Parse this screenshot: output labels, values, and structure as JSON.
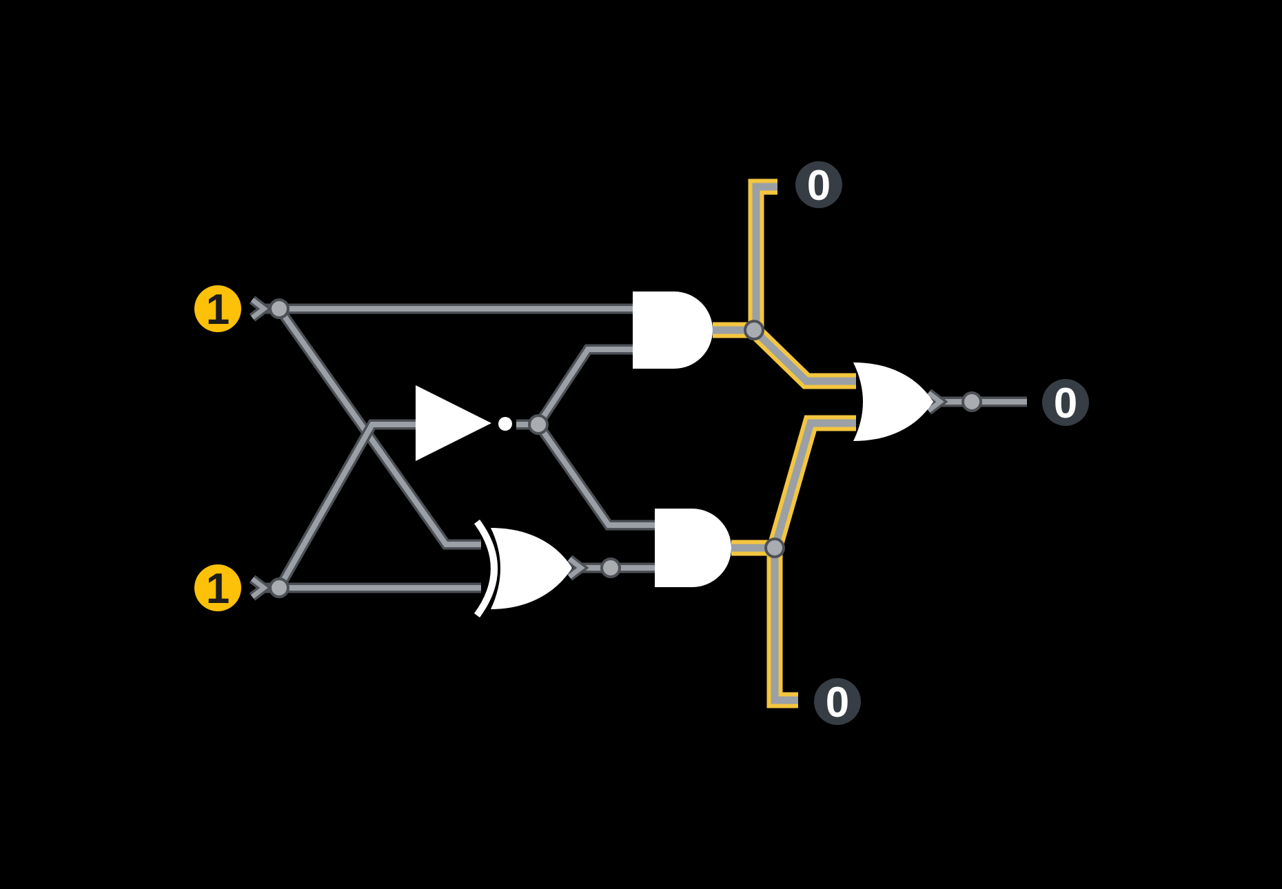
{
  "circuit": {
    "inputs": [
      {
        "id": "input-a",
        "label": "1"
      },
      {
        "id": "input-b",
        "label": "1"
      }
    ],
    "gates": [
      {
        "id": "not-gate",
        "type": "NOT"
      },
      {
        "id": "xor-gate",
        "type": "XOR"
      },
      {
        "id": "and-gate-top",
        "type": "AND"
      },
      {
        "id": "and-gate-bottom",
        "type": "AND"
      },
      {
        "id": "or-gate",
        "type": "OR"
      }
    ],
    "outputs": [
      {
        "id": "output-top",
        "label": "0"
      },
      {
        "id": "output-right",
        "label": "0"
      },
      {
        "id": "output-bottom",
        "label": "0"
      }
    ]
  },
  "colors": {
    "background": "#000000",
    "wire-outline": "#4d5156",
    "wire-core": "#9aa0a6",
    "wire-highlight": "#f4c63f",
    "node-fill": "#a9adb2",
    "node-stroke": "#4d5156",
    "gate-fill": "#ffffff",
    "input-badge-fill": "#fcc108",
    "input-badge-text": "#1c1c1c",
    "output-badge-fill": "#363d44",
    "output-badge-text": "#ffffff"
  }
}
